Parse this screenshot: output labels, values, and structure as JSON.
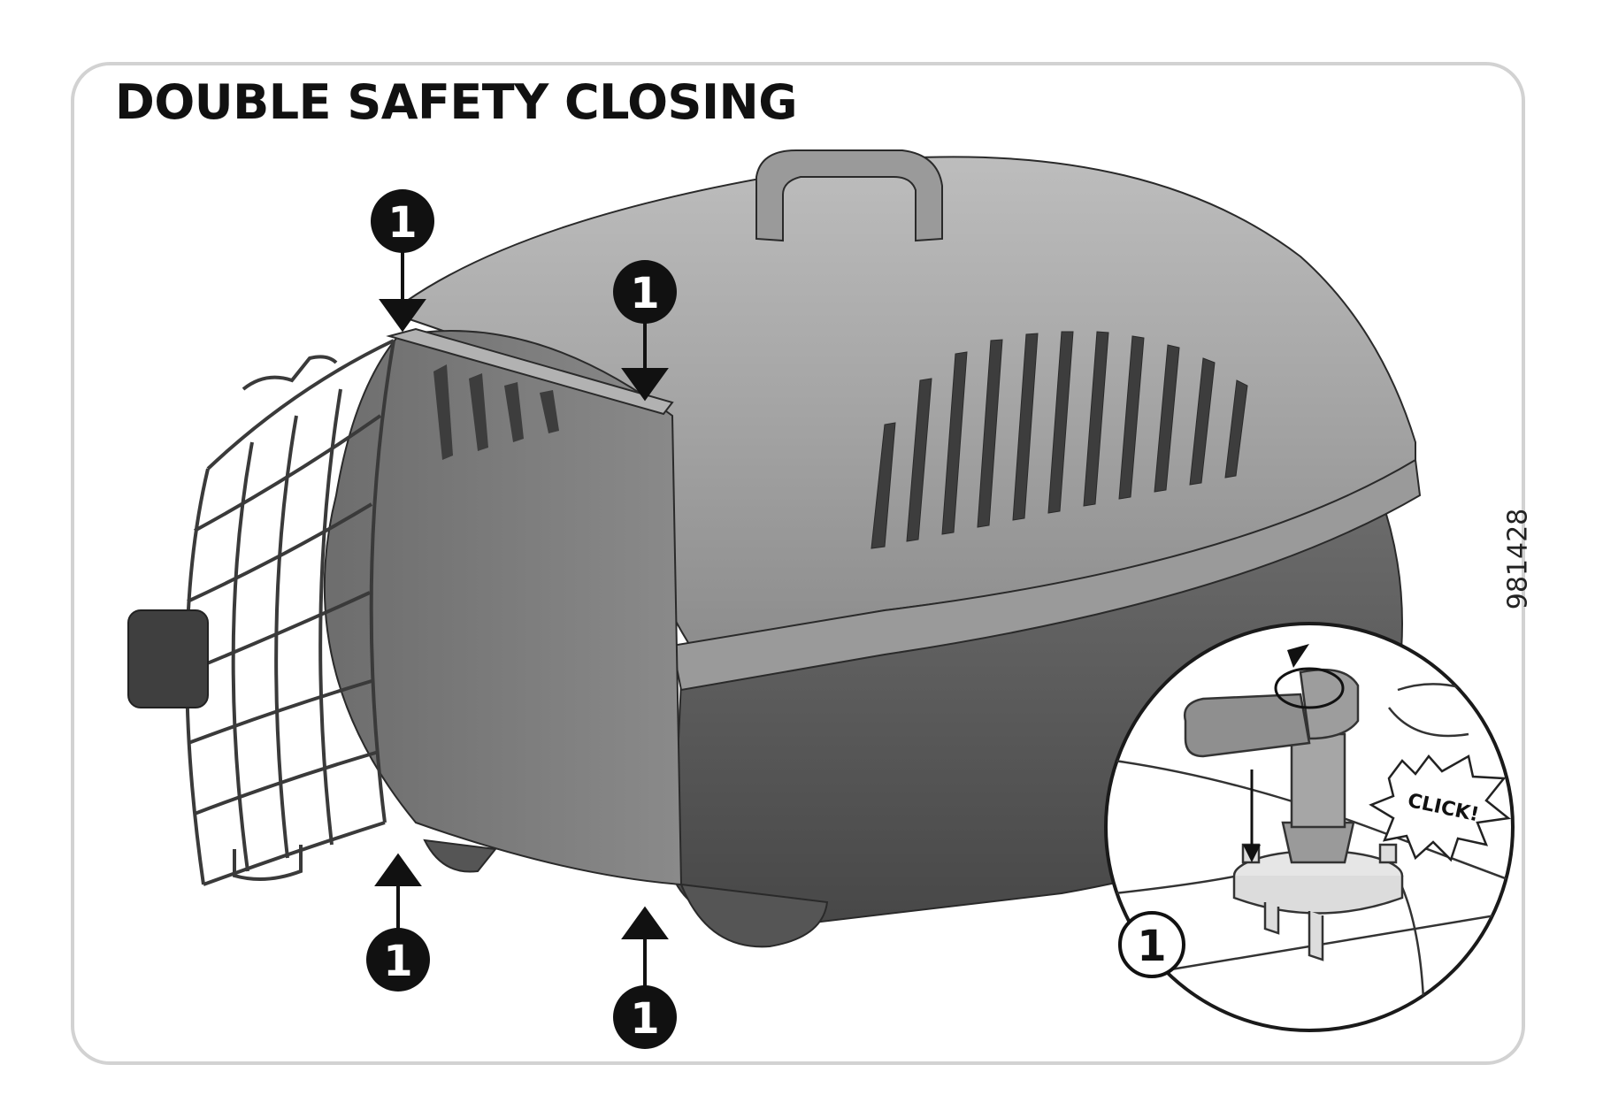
{
  "title": "DOUBLE SAFETY CLOSING",
  "document_code": "981428",
  "callouts": [
    {
      "id": "top-left",
      "label": "1"
    },
    {
      "id": "top-right",
      "label": "1"
    },
    {
      "id": "bottom-left",
      "label": "1"
    },
    {
      "id": "bottom-right",
      "label": "1"
    },
    {
      "id": "detail",
      "label": "1"
    }
  ],
  "detail_inset": {
    "click_text": "CLICK!"
  },
  "colors": {
    "shell_light": "#a8a8a8",
    "shell_mid": "#8c8c8c",
    "shell_dark": "#5e5e5e",
    "outline": "#2a2a2a",
    "badge": "#111111",
    "frame": "#d2d2d2"
  }
}
